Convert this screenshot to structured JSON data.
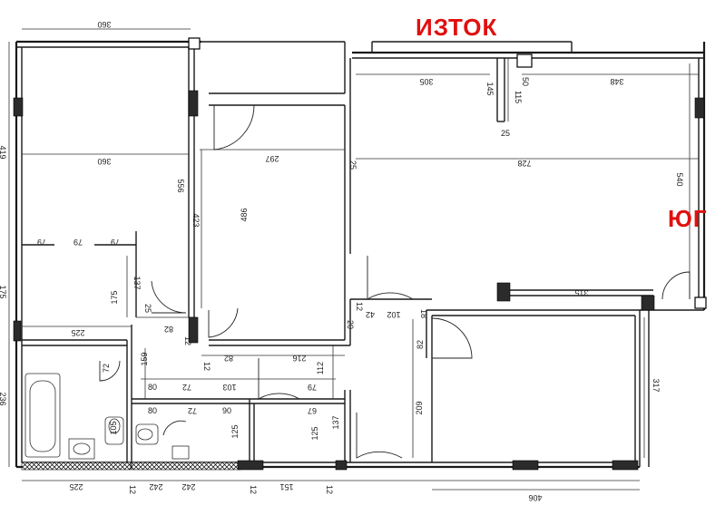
{
  "labels": {
    "east": "ИЗТОК",
    "south": "ЮГ"
  },
  "colors": {
    "label": "#e01010",
    "walls": "#1a1a1a"
  },
  "dimensions": {
    "d360_top": "360",
    "d360_mid": "360",
    "d556": "556",
    "d423": "423",
    "d486": "486",
    "d297": "297",
    "d305": "305",
    "d145": "145",
    "d115": "115",
    "d50": "50",
    "d348": "348",
    "d25_top": "25",
    "d25_mid": "25",
    "d728": "728",
    "d540": "540",
    "d419": "419",
    "d79_a": "79",
    "d79_b": "79",
    "d79_c": "79",
    "d175_left": "175",
    "d175": "175",
    "d137_a": "137",
    "d225_mid": "225",
    "d82_a": "82",
    "d82_b": "82",
    "d82_c": "82",
    "d12_a": "12",
    "d12_b": "12",
    "d25_c": "25",
    "d216": "216",
    "d112": "112",
    "d159": "159",
    "d72_a": "72",
    "d72_b": "72",
    "d72_c": "72",
    "d80_a": "80",
    "d80_b": "80",
    "d103": "103",
    "d79_d": "79",
    "d67": "67",
    "d90": "90",
    "d125_a": "125",
    "d125_b": "125",
    "d137_b": "137",
    "d12_c": "12",
    "d42": "42",
    "d102": "102",
    "d18": "18",
    "d20": "20",
    "d209": "209",
    "d315": "315",
    "d317": "317",
    "d406": "406",
    "d225_bottom": "225",
    "d242_a": "242",
    "d242_b": "242",
    "d151": "151",
    "d12_d": "12",
    "d12_e": "12",
    "d12_f": "12",
    "d236": "236",
    "d105": "105"
  }
}
